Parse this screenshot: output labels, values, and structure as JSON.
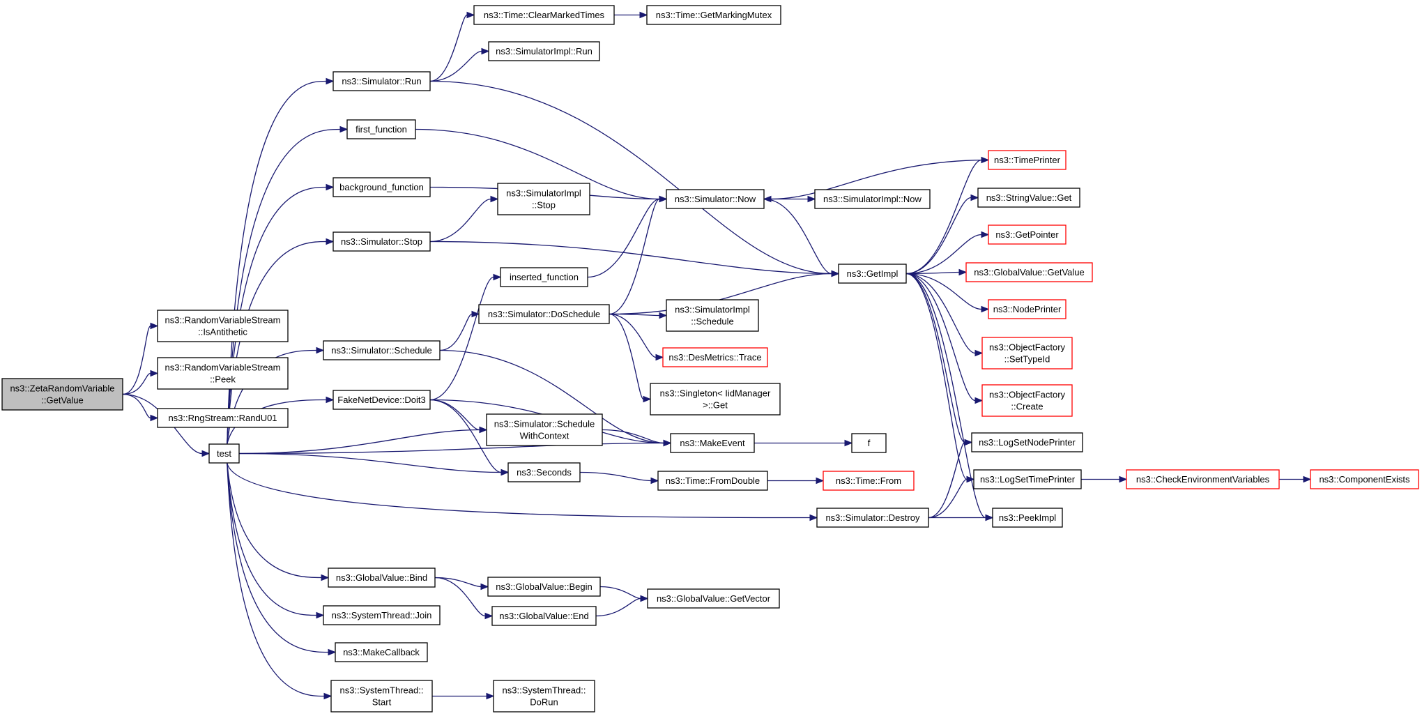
{
  "graph": {
    "nodes": [
      {
        "id": "root",
        "lines": [
          "ns3::ZetaRandomVariable",
          "::GetValue"
        ]
      },
      {
        "id": "isanti",
        "lines": [
          "ns3::RandomVariableStream",
          "::IsAntithetic"
        ]
      },
      {
        "id": "peek",
        "lines": [
          "ns3::RandomVariableStream",
          "::Peek"
        ]
      },
      {
        "id": "randu01",
        "lines": [
          "ns3::RngStream::RandU01"
        ]
      },
      {
        "id": "test",
        "lines": [
          "test"
        ]
      },
      {
        "id": "simrun",
        "lines": [
          "ns3::Simulator::Run"
        ]
      },
      {
        "id": "firstfn",
        "lines": [
          "first_function"
        ]
      },
      {
        "id": "bgfn",
        "lines": [
          "background_function"
        ]
      },
      {
        "id": "simstop",
        "lines": [
          "ns3::Simulator::Stop"
        ]
      },
      {
        "id": "simsched",
        "lines": [
          "ns3::Simulator::Schedule"
        ]
      },
      {
        "id": "fakedoit",
        "lines": [
          "FakeNetDevice::Doit3"
        ]
      },
      {
        "id": "gvbind",
        "lines": [
          "ns3::GlobalValue::Bind"
        ]
      },
      {
        "id": "stjoin",
        "lines": [
          "ns3::SystemThread::Join"
        ]
      },
      {
        "id": "makecb",
        "lines": [
          "ns3::MakeCallback"
        ]
      },
      {
        "id": "ststart",
        "lines": [
          "ns3::SystemThread::",
          "Start"
        ]
      },
      {
        "id": "clearmarked",
        "lines": [
          "ns3::Time::ClearMarkedTimes"
        ]
      },
      {
        "id": "getmarking",
        "lines": [
          "ns3::Time::GetMarkingMutex"
        ]
      },
      {
        "id": "implrun",
        "lines": [
          "ns3::SimulatorImpl::Run"
        ]
      },
      {
        "id": "implstop",
        "lines": [
          "ns3::SimulatorImpl",
          "::Stop"
        ]
      },
      {
        "id": "insertedfn",
        "lines": [
          "inserted_function"
        ]
      },
      {
        "id": "doschedule",
        "lines": [
          "ns3::Simulator::DoSchedule"
        ]
      },
      {
        "id": "schedwc",
        "lines": [
          "ns3::Simulator::Schedule",
          "WithContext"
        ]
      },
      {
        "id": "seconds",
        "lines": [
          "ns3::Seconds"
        ]
      },
      {
        "id": "gvbegin",
        "lines": [
          "ns3::GlobalValue::Begin"
        ]
      },
      {
        "id": "gvend",
        "lines": [
          "ns3::GlobalValue::End"
        ]
      },
      {
        "id": "stdorun",
        "lines": [
          "ns3::SystemThread::",
          "DoRun"
        ]
      },
      {
        "id": "simnow",
        "lines": [
          "ns3::Simulator::Now"
        ]
      },
      {
        "id": "implnow",
        "lines": [
          "ns3::SimulatorImpl::Now"
        ]
      },
      {
        "id": "implsched",
        "lines": [
          "ns3::SimulatorImpl",
          "::Schedule"
        ]
      },
      {
        "id": "desmetrics",
        "lines": [
          "ns3::DesMetrics::Trace"
        ],
        "red": true
      },
      {
        "id": "singleton",
        "lines": [
          "ns3::Singleton< IidManager",
          ">::Get"
        ]
      },
      {
        "id": "makeevent",
        "lines": [
          "ns3::MakeEvent"
        ]
      },
      {
        "id": "fromdouble",
        "lines": [
          "ns3::Time::FromDouble"
        ]
      },
      {
        "id": "gvgetvector",
        "lines": [
          "ns3::GlobalValue::GetVector"
        ]
      },
      {
        "id": "f",
        "lines": [
          "f"
        ]
      },
      {
        "id": "timefrom",
        "lines": [
          "ns3::Time::From"
        ],
        "red": true
      },
      {
        "id": "simdestroy",
        "lines": [
          "ns3::Simulator::Destroy"
        ]
      },
      {
        "id": "getimpl",
        "lines": [
          "ns3::GetImpl"
        ]
      },
      {
        "id": "timeprinter",
        "lines": [
          "ns3::TimePrinter"
        ],
        "red": true
      },
      {
        "id": "stringvalget",
        "lines": [
          "ns3::StringValue::Get"
        ]
      },
      {
        "id": "getpointer",
        "lines": [
          "ns3::GetPointer"
        ],
        "red": true
      },
      {
        "id": "gvgetvalue",
        "lines": [
          "ns3::GlobalValue::GetValue"
        ],
        "red": true
      },
      {
        "id": "nodeprinter",
        "lines": [
          "ns3::NodePrinter"
        ],
        "red": true
      },
      {
        "id": "ofsettypeid",
        "lines": [
          "ns3::ObjectFactory",
          "::SetTypeId"
        ],
        "red": true
      },
      {
        "id": "ofcreate",
        "lines": [
          "ns3::ObjectFactory",
          "::Create"
        ],
        "red": true
      },
      {
        "id": "logsetnode",
        "lines": [
          "ns3::LogSetNodePrinter"
        ]
      },
      {
        "id": "logsettime",
        "lines": [
          "ns3::LogSetTimePrinter"
        ]
      },
      {
        "id": "peekimpl",
        "lines": [
          "ns3::PeekImpl"
        ]
      },
      {
        "id": "checkenv",
        "lines": [
          "ns3::CheckEnvironmentVariables"
        ],
        "red": true
      },
      {
        "id": "compexists",
        "lines": [
          "ns3::ComponentExists"
        ],
        "red": true
      }
    ],
    "edges": [
      [
        "root",
        "isanti"
      ],
      [
        "root",
        "peek"
      ],
      [
        "root",
        "randu01"
      ],
      [
        "root",
        "test"
      ],
      [
        "test",
        "simrun"
      ],
      [
        "test",
        "firstfn"
      ],
      [
        "test",
        "bgfn"
      ],
      [
        "test",
        "simstop"
      ],
      [
        "test",
        "simsched"
      ],
      [
        "test",
        "fakedoit"
      ],
      [
        "test",
        "schedwc"
      ],
      [
        "test",
        "seconds"
      ],
      [
        "test",
        "makeevent"
      ],
      [
        "test",
        "simdestroy"
      ],
      [
        "test",
        "gvbind"
      ],
      [
        "test",
        "stjoin"
      ],
      [
        "test",
        "makecb"
      ],
      [
        "test",
        "ststart"
      ],
      [
        "simrun",
        "clearmarked"
      ],
      [
        "simrun",
        "implrun"
      ],
      [
        "simrun",
        "getimpl"
      ],
      [
        "clearmarked",
        "getmarking"
      ],
      [
        "firstfn",
        "simnow"
      ],
      [
        "bgfn",
        "simnow"
      ],
      [
        "simstop",
        "implstop"
      ],
      [
        "simstop",
        "getimpl"
      ],
      [
        "simsched",
        "doschedule"
      ],
      [
        "simsched",
        "makeevent"
      ],
      [
        "fakedoit",
        "insertedfn"
      ],
      [
        "fakedoit",
        "schedwc"
      ],
      [
        "fakedoit",
        "seconds"
      ],
      [
        "fakedoit",
        "makeevent"
      ],
      [
        "insertedfn",
        "simnow"
      ],
      [
        "doschedule",
        "simnow"
      ],
      [
        "doschedule",
        "getimpl"
      ],
      [
        "doschedule",
        "implsched"
      ],
      [
        "doschedule",
        "desmetrics"
      ],
      [
        "doschedule",
        "singleton"
      ],
      [
        "schedwc",
        "makeevent"
      ],
      [
        "seconds",
        "fromdouble"
      ],
      [
        "makeevent",
        "f"
      ],
      [
        "fromdouble",
        "timefrom"
      ],
      [
        "gvbind",
        "gvbegin"
      ],
      [
        "gvbind",
        "gvend"
      ],
      [
        "gvbegin",
        "gvgetvector"
      ],
      [
        "gvend",
        "gvgetvector"
      ],
      [
        "ststart",
        "stdorun"
      ],
      [
        "simnow",
        "implnow"
      ],
      [
        "simnow",
        "getimpl"
      ],
      [
        "timeprinter",
        "simnow"
      ],
      [
        "getimpl",
        "timeprinter"
      ],
      [
        "getimpl",
        "stringvalget"
      ],
      [
        "getimpl",
        "getpointer"
      ],
      [
        "getimpl",
        "gvgetvalue"
      ],
      [
        "getimpl",
        "nodeprinter"
      ],
      [
        "getimpl",
        "ofsettypeid"
      ],
      [
        "getimpl",
        "ofcreate"
      ],
      [
        "getimpl",
        "logsetnode"
      ],
      [
        "getimpl",
        "logsettime"
      ],
      [
        "getimpl",
        "peekimpl"
      ],
      [
        "simdestroy",
        "logsetnode"
      ],
      [
        "simdestroy",
        "logsettime"
      ],
      [
        "simdestroy",
        "peekimpl"
      ],
      [
        "logsettime",
        "checkenv"
      ],
      [
        "checkenv",
        "compexists"
      ]
    ]
  },
  "colors": {
    "edge": "#191970",
    "node_border": "#000000",
    "red_border": "#ff0000",
    "root_fill": "#bfbfbf"
  }
}
